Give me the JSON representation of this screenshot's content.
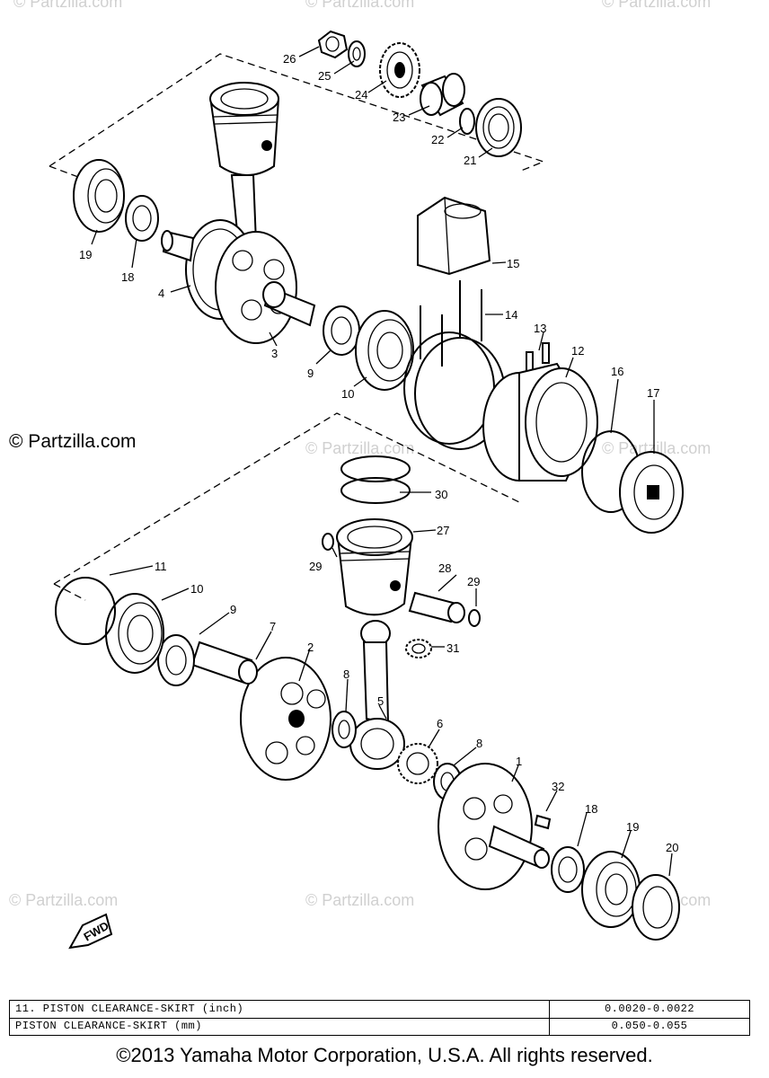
{
  "watermark": {
    "main": "© Partzilla.com",
    "faint": "© Partzilla.com"
  },
  "callouts": {
    "c1": "1",
    "c2": "2",
    "c3": "3",
    "c4": "4",
    "c5": "5",
    "c6": "6",
    "c7": "7",
    "c8a": "8",
    "c8b": "8",
    "c9a": "9",
    "c9b": "9",
    "c10a": "10",
    "c10b": "10",
    "c11": "11",
    "c12": "12",
    "c13": "13",
    "c14": "14",
    "c15": "15",
    "c16": "16",
    "c17": "17",
    "c18a": "18",
    "c18b": "18",
    "c19a": "19",
    "c19b": "19",
    "c20": "20",
    "c21": "21",
    "c22": "22",
    "c23": "23",
    "c24": "24",
    "c25": "25",
    "c26": "26",
    "c27": "27",
    "c28": "28",
    "c29a": "29",
    "c29b": "29",
    "c30": "30",
    "c31": "31",
    "c32": "32"
  },
  "fwd_label": "FWD",
  "spec_table": {
    "rows": [
      {
        "label": "11.   PISTON CLEARANCE-SKIRT (inch)",
        "value": "0.0020-0.0022"
      },
      {
        "label": "      PISTON CLEARANCE-SKIRT (mm)",
        "value": "0.050-0.055"
      }
    ]
  },
  "copyright": "©2013 Yamaha Motor Corporation, U.S.A. All rights reserved."
}
